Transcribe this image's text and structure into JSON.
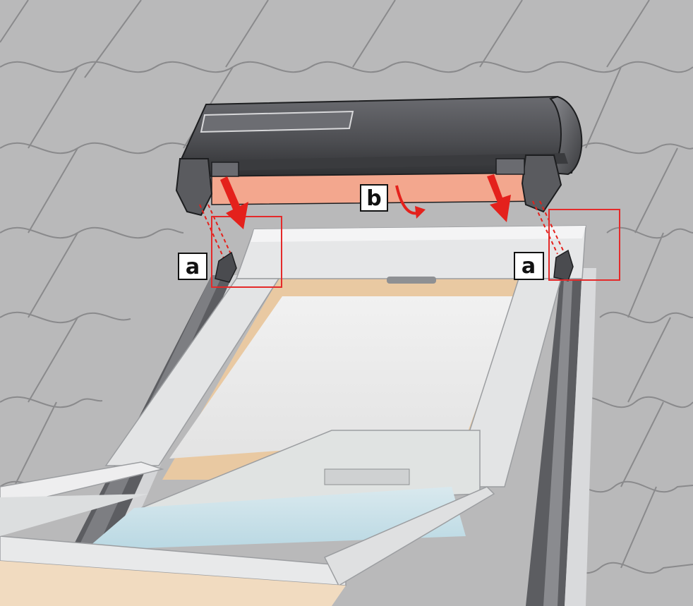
{
  "callouts": {
    "a_left": "a",
    "b_center": "b",
    "a_right": "a"
  },
  "colors": {
    "roof": "#b9b9ba",
    "roof_lines": "#8e8e90",
    "awning_body": "#55565a",
    "awning_dark": "#2e2f32",
    "fabric": "#f3a78e",
    "frame": "#e6e7e8",
    "frame_shadow": "#b4b6b8",
    "wood": "#e9c9a2",
    "glass": "#cde3ea",
    "arrow": "#e4211c",
    "highlight_box": "#e42a2a",
    "label_bg": "#ffffff"
  },
  "icons": [
    "down-arrow-left",
    "down-arrow-right",
    "curved-arrow-b"
  ]
}
